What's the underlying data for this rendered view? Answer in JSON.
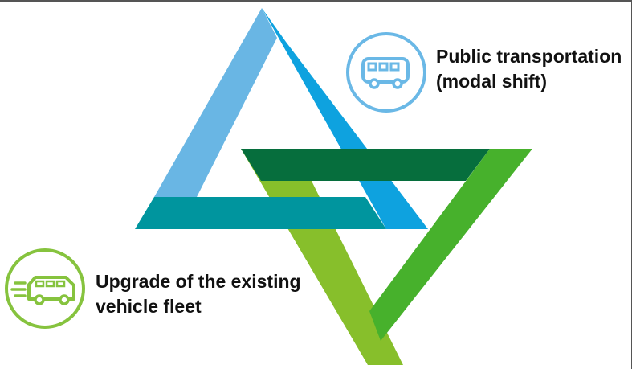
{
  "colors": {
    "blue_light": "#69b6e4",
    "blue": "#0ea2df",
    "teal": "#00959e",
    "green_dark": "#066e3d",
    "green": "#47b12c",
    "green_lime": "#87bf2b",
    "bus_circle": "#6ab8e6",
    "car_circle": "#86c33e"
  },
  "icons": {
    "public": "bus-icon",
    "upgrade": "car-icon"
  },
  "labels": {
    "public_transport": {
      "line1": "Public transportation",
      "line2": "(modal shift)"
    },
    "vehicle_upgrade": {
      "line1": "Upgrade of the existing",
      "line2": "vehicle fleet"
    }
  }
}
